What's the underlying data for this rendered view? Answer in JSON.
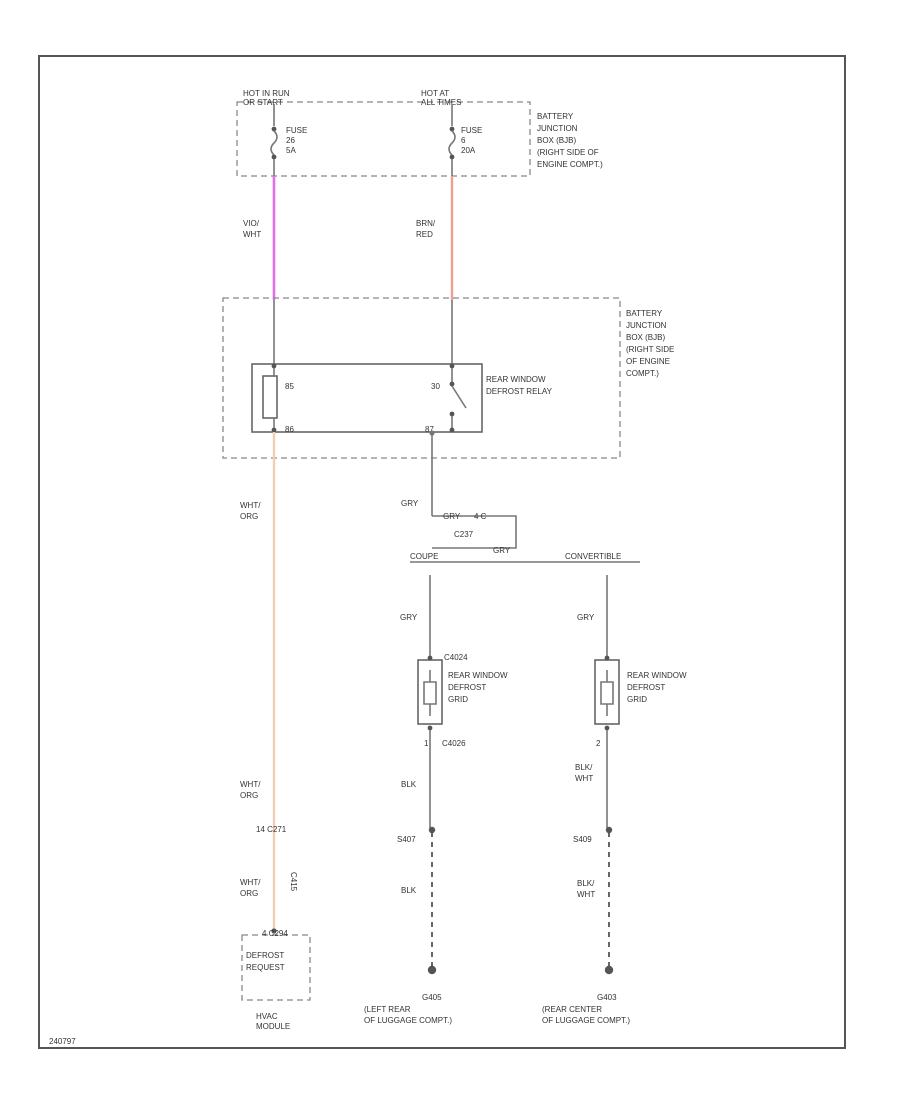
{
  "labels": {
    "hot_run_start": [
      "HOT IN RUN",
      "OR START"
    ],
    "hot_at_all_times": [
      "HOT AT",
      "ALL TIMES"
    ],
    "fuse_left": [
      "FUSE",
      "26",
      "5A"
    ],
    "fuse_right": [
      "FUSE",
      "6",
      "20A"
    ],
    "bjb_top": [
      "BATTERY",
      "JUNCTION",
      "BOX (BJB)",
      "(RIGHT SIDE OF",
      "ENGINE COMPT.)"
    ],
    "wire_vio_wht": [
      "VIO/",
      "WHT"
    ],
    "wire_brn_red": [
      "BRN/",
      "RED"
    ],
    "bjb_mid": [
      "BATTERY",
      "JUNCTION",
      "BOX (BJB)",
      "(RIGHT SIDE",
      "OF ENGINE",
      "COMPT.)"
    ],
    "relay_pin_85": "85",
    "relay_pin_86": "86",
    "relay_pin_30": "30",
    "relay_pin_87": "87",
    "relay_name": [
      "REAR WINDOW",
      "DEFROST RELAY"
    ],
    "wire_wht_org_1": [
      "WHT/",
      "ORG"
    ],
    "wire_gry_1": "GRY",
    "splice_pin_a": "GRY",
    "splice_pin_b": "4 C",
    "splice_id": "C237",
    "wire_gry_2": "GRY",
    "coupe": "COUPE",
    "convertible": "CONVERTIBLE",
    "wire_gry_left": "GRY",
    "wire_gry_right": "GRY",
    "grid_left_conn": "C4024",
    "grid_left_name": [
      "REAR WINDOW",
      "DEFROST",
      "GRID"
    ],
    "grid_right_name": [
      "REAR WINDOW",
      "DEFROST",
      "GRID"
    ],
    "grid_left_pin": "1",
    "grid_left_conn_b": "C4026",
    "grid_right_pin": "2",
    "wire_blk_1": "BLK",
    "wire_blk_wht_1": [
      "BLK/",
      "WHT"
    ],
    "splice_s407": "S407",
    "splice_s409": "S409",
    "wire_blk_2": "BLK",
    "wire_blk_wht_2": [
      "BLK/",
      "WHT"
    ],
    "wire_wht_org_2": [
      "WHT/",
      "ORG"
    ],
    "conn_c271": "14 C271",
    "conn_c415": "C415",
    "wire_wht_org_3": [
      "WHT/",
      "ORG"
    ],
    "hvac_pin": "4  C294",
    "hvac_request": [
      "DEFROST",
      "REQUEST"
    ],
    "hvac_name": [
      "HVAC",
      "MODULE"
    ],
    "ground_left_id": "G405",
    "ground_left_loc": [
      "(LEFT REAR",
      "OF LUGGAGE COMPT.)"
    ],
    "ground_right_id": "G403",
    "ground_right_loc": [
      "(REAR CENTER",
      "OF LUGGAGE COMPT.)"
    ],
    "figure_id": "240797"
  },
  "colors": {
    "vio_wht": "#e070e8",
    "brn_red": "#f0a090",
    "wht_org": "#f2cdb8"
  }
}
